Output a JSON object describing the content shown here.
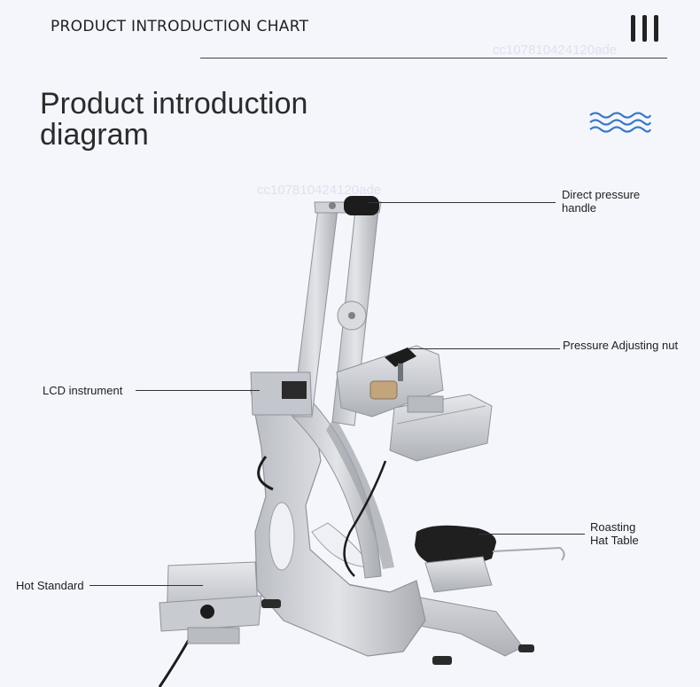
{
  "header": {
    "title": "PRODUCT INTRODUCTION CHART"
  },
  "main": {
    "title": "Product introduction diagram"
  },
  "callouts": {
    "handle": "Direct pressure\nhandle",
    "nut": "Pressure Adjusting nut",
    "lcd": "LCD instrument",
    "table": "Roasting\nHat Table",
    "hot": "Hot Standard"
  },
  "colors": {
    "background": "#f4f6fc",
    "accent_waves": "#3a78c7",
    "machine_body": "#c9ccd1",
    "dark_parts": "#1c1c1c"
  }
}
